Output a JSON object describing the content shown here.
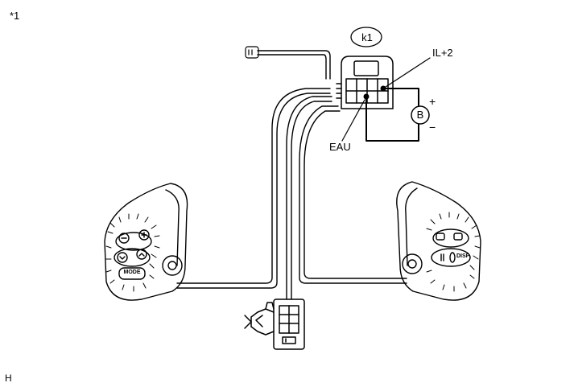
{
  "header": {
    "mark": "*1"
  },
  "footer": {
    "code": "H"
  },
  "labels": {
    "connector_id": "k1",
    "terminal_il2": "IL+2",
    "terminal_eau": "EAU",
    "battery": "B",
    "plus": "+",
    "minus": "−"
  },
  "switch_labels": {
    "left_mode": "MODE",
    "right_disp": "DISP"
  }
}
